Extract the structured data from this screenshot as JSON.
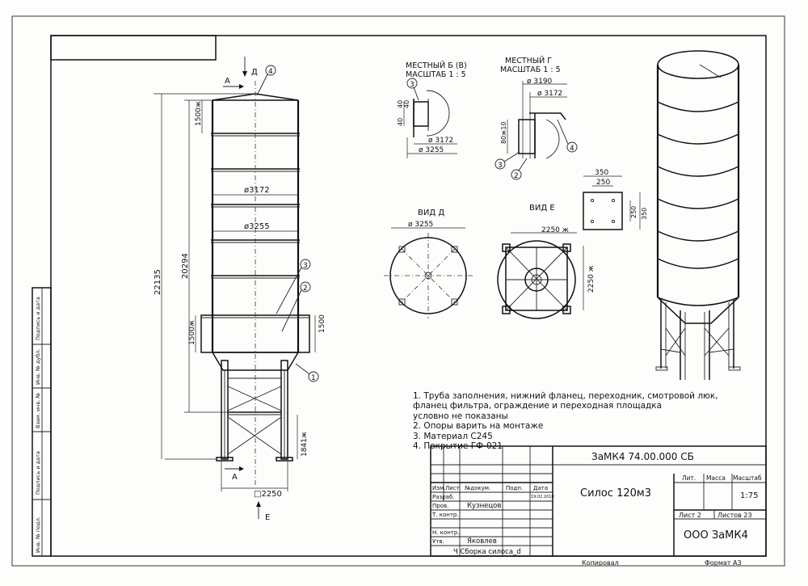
{
  "labels": {
    "arrow_a": "А",
    "arrow_d": "Д",
    "arrow_e": "Е",
    "callout_4": "4",
    "callout_3": "3",
    "callout_2": "2",
    "callout_1": "1"
  },
  "dims": {
    "d_1500_top": "1500ж",
    "d_3172": "ø3172",
    "d_3255": "ø3255",
    "d_20294": "20294",
    "d_22135": "22135",
    "d_1500_band_left": "1500ж",
    "d_1500_band_right": "1500",
    "d_1841": "1841ж",
    "d_2250_base": "□2250"
  },
  "local_b": {
    "title1": "МЕСТНЫЙ Б (В)",
    "title2": "МАСШТАБ 1 : 5",
    "d40a": "40",
    "d40b": "40",
    "d40c": "40",
    "d3172": "ø 3172",
    "d3255": "ø 3255",
    "callout": "3"
  },
  "local_g": {
    "title1": "МЕСТНЫЙ Г",
    "title2": "МАСШТАБ 1 : 5",
    "d3190": "ø 3190",
    "d3172": "ø 3172",
    "d80": "80ж10",
    "callout3": "3",
    "callout2": "2",
    "callout4": "4"
  },
  "plate": {
    "d350": "350",
    "d250": "250",
    "d250v": "250",
    "d350v": "350"
  },
  "view_d": {
    "title": "ВИД Д",
    "d3255": "ø 3255"
  },
  "view_e": {
    "title": "ВИД Е",
    "d2250h": "2250 ж",
    "d2250v": "2250 ж"
  },
  "notes": [
    "1. Труба заполнения, нижний фланец, переходник, смотровой люк,",
    "фланец фильтра,  ограждение и переходная площадка",
    "условно не показаны",
    "2. Опоры варить на монтаже",
    "3. Материал С245",
    "4. Покрытие ГФ-021"
  ],
  "title_block": {
    "code": "ЗаМК4    74.00.000  СБ",
    "name": "Силос 120м3",
    "company": "ООО  ЗаМК4",
    "col_izm": "Изм.",
    "col_list": "Лист",
    "col_ndoc": "№докум.",
    "col_podp": "Подп.",
    "col_data": "Дата",
    "row_razrab": "Разраб.",
    "row_prov": "Пров.",
    "row_tkontr": "Т. контр.",
    "row_nkontr": "Н. контр.",
    "row_utv": "Утв.",
    "person_prov": "Кузнецов",
    "person_utv": "Яковлев",
    "date": "19.02.2010",
    "lit": "Лит.",
    "massa": "Масса",
    "masshtab": "Масштаб",
    "scale": "1:75",
    "sheet": "Лист  2",
    "sheets": "Листов  23",
    "file": "Ч  Сборка  силоса_d",
    "copied": "Копировал",
    "format": "Формат  А3"
  },
  "side_stamp": {
    "c1": "Подпись и дата",
    "c2": "Инв. № дубл.",
    "c3": "Взам. инв. №",
    "c4": "Подпись и дата",
    "c5": "Инв. № подл."
  }
}
